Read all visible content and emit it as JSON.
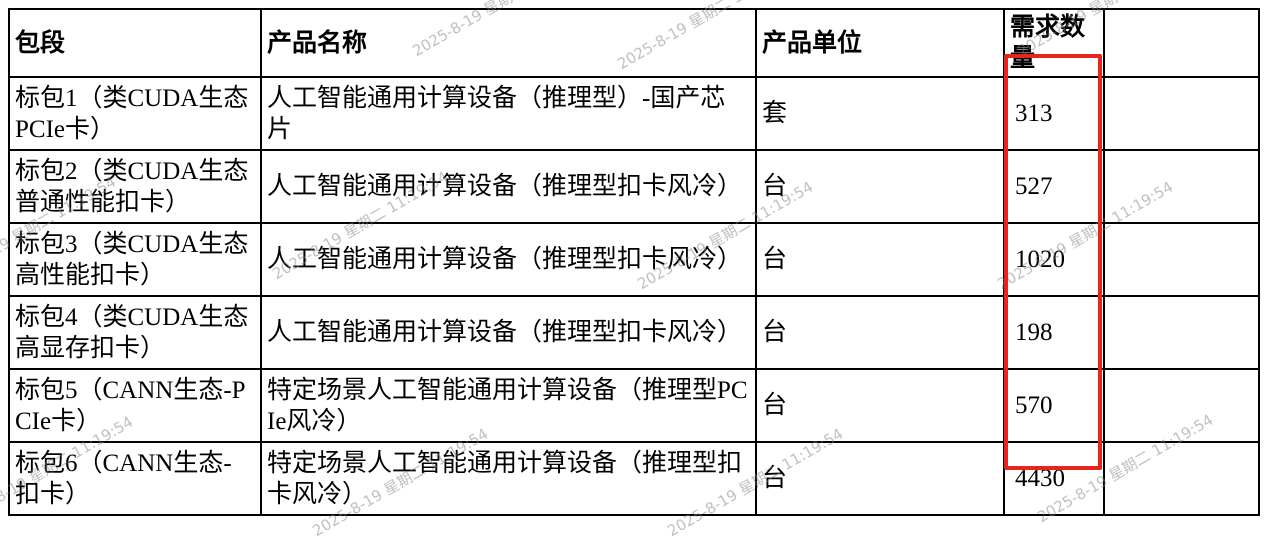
{
  "table": {
    "headers": [
      "包段",
      "产品名称",
      "产品单位",
      "需求数量",
      ""
    ],
    "rows": [
      {
        "package": "标包1（类CUDA生态PCIe卡）",
        "product": "人工智能通用计算设备（推理型）-国产芯片",
        "unit": "套",
        "quantity": "313",
        "extra": ""
      },
      {
        "package": "标包2（类CUDA生态普通性能扣卡）",
        "product": "人工智能通用计算设备（推理型扣卡风冷）",
        "unit": "台",
        "quantity": "527",
        "extra": ""
      },
      {
        "package": "标包3（类CUDA生态高性能扣卡）",
        "product": "人工智能通用计算设备（推理型扣卡风冷）",
        "unit": "台",
        "quantity": "1020",
        "extra": ""
      },
      {
        "package": "标包4（类CUDA生态高显存扣卡）",
        "product": "人工智能通用计算设备（推理型扣卡风冷）",
        "unit": "台",
        "quantity": "198",
        "extra": ""
      },
      {
        "package": "标包5（CANN生态-PCIe卡）",
        "product": "特定场景人工智能通用计算设备（推理型PCIe风冷）",
        "unit": "台",
        "quantity": "570",
        "extra": ""
      },
      {
        "package": "标包6（CANN生态-扣卡）",
        "product": "特定场景人工智能通用计算设备（推理型扣卡风冷）",
        "unit": "台",
        "quantity": "4430",
        "extra": ""
      }
    ]
  },
  "watermark": {
    "text": "2025-8-19 星期二 11:19:54",
    "color": "#828282"
  },
  "highlight": {
    "color": "#e8241c"
  }
}
